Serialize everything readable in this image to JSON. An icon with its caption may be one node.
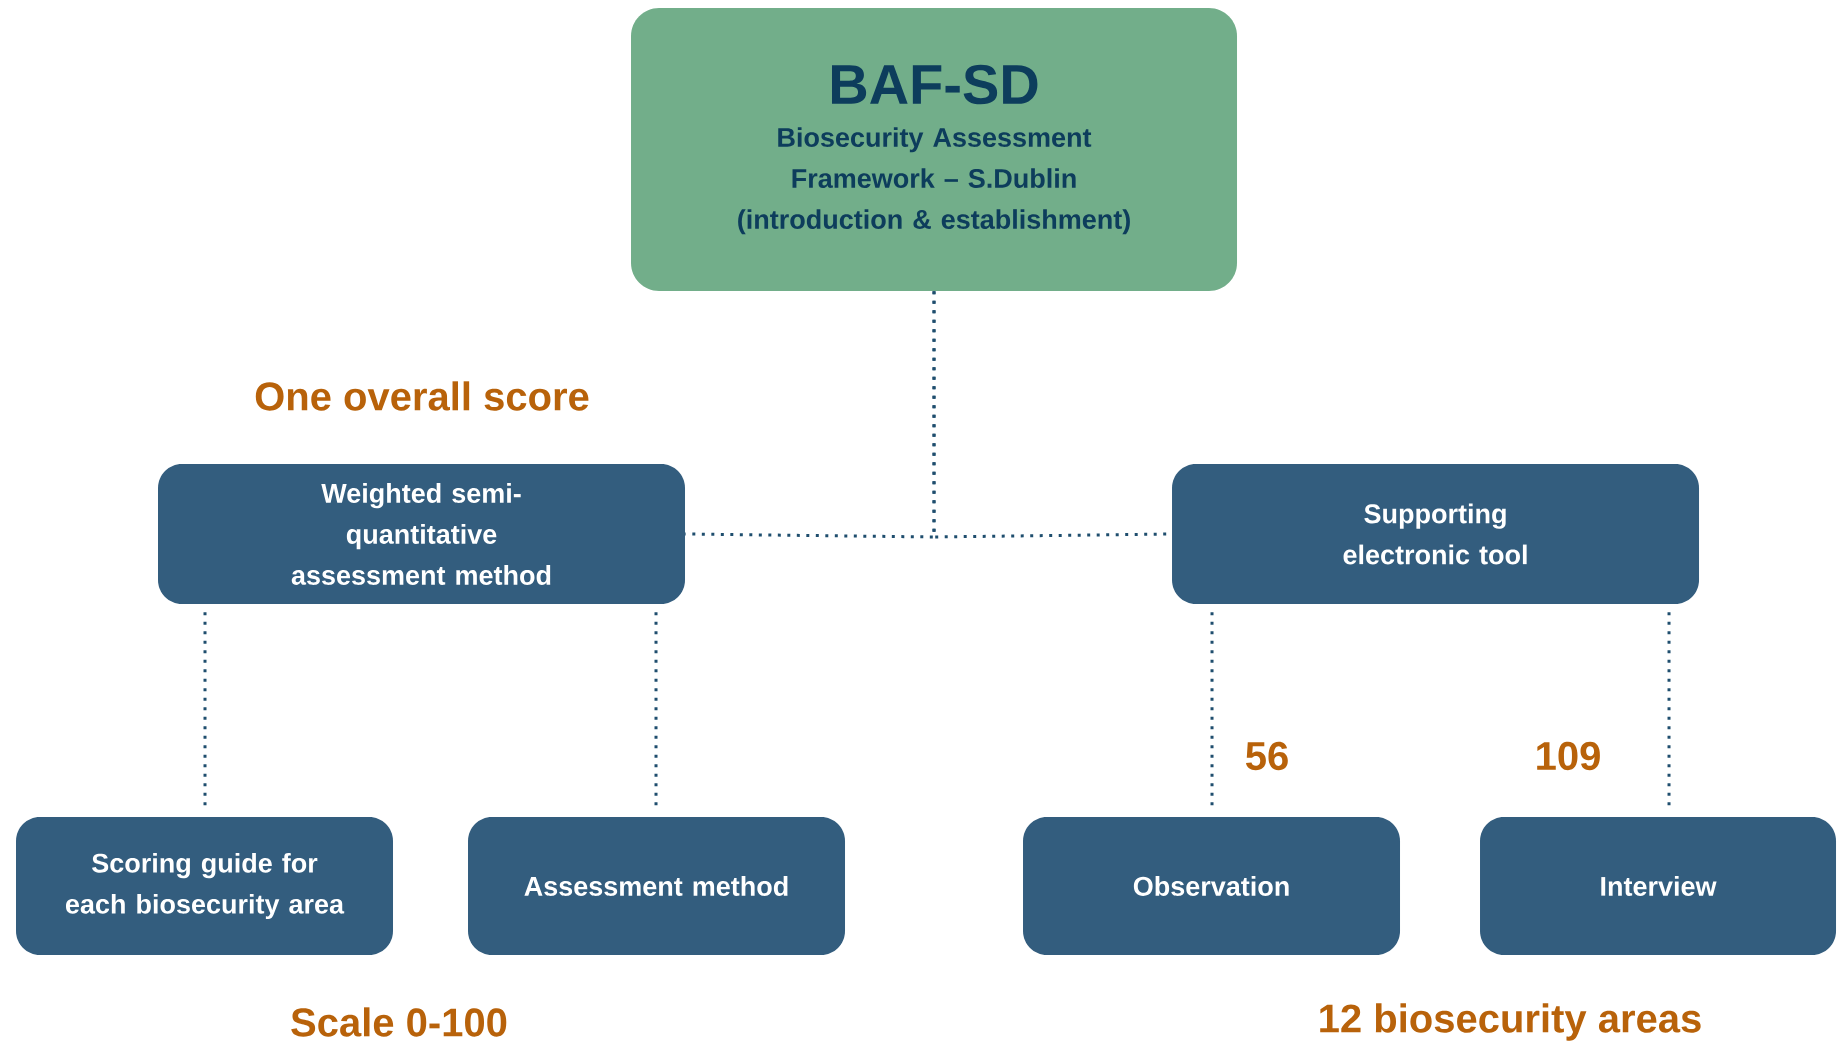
{
  "diagram": {
    "nodes": [
      {
        "text": [
          "BAF-SD",
          "Biosecurity Assessment Framework – S.Dublin (introduction & establishment)"
        ]
      },
      {
        "text": [
          "Weighted semi-quantitative assessment method"
        ]
      },
      {
        "text": [
          "Supporting electronic tool"
        ]
      },
      {
        "text": [
          "Scoring guide for each biosecurity area"
        ]
      },
      {
        "text": [
          "Assessment method"
        ]
      },
      {
        "text": [
          "Observation"
        ]
      },
      {
        "text": [
          "Interview"
        ]
      }
    ],
    "edges": [
      {
        "from": 0,
        "to": 1,
        "arrow": "none"
      },
      {
        "from": 0,
        "to": 2,
        "arrow": "none"
      },
      {
        "from": 1,
        "to": 3,
        "arrow": "none"
      },
      {
        "from": 1,
        "to": 4,
        "arrow": "none"
      },
      {
        "from": 2,
        "to": 5,
        "arrow": "none"
      },
      {
        "from": 2,
        "to": 6,
        "arrow": "none"
      }
    ],
    "labels": [
      "One overall score",
      "56",
      "109",
      "Scale 0-100",
      "12 biosecurity areas"
    ]
  }
}
